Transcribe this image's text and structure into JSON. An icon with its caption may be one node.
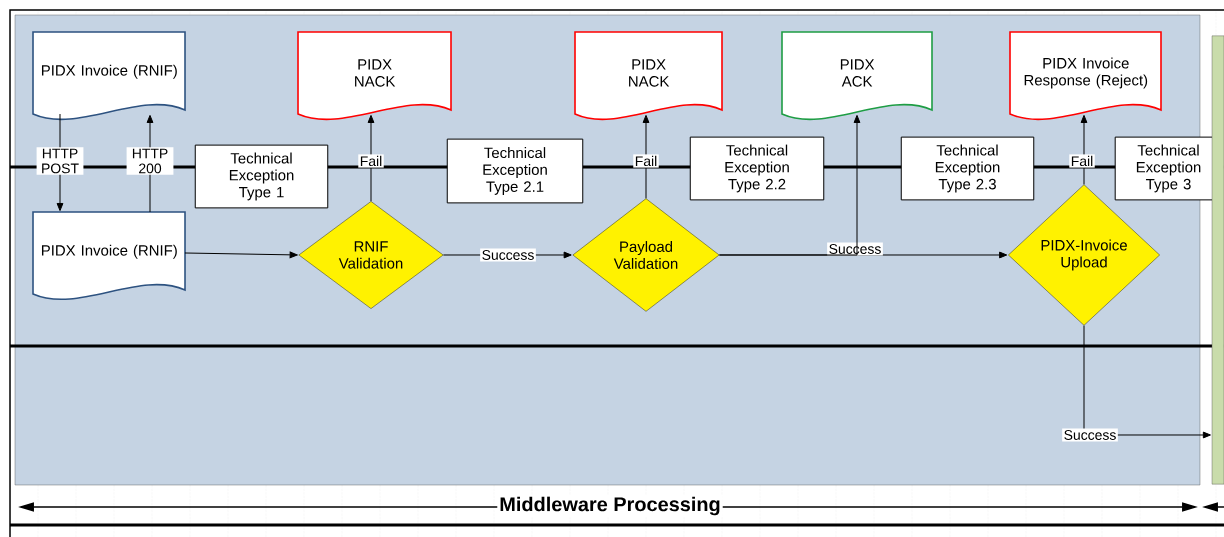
{
  "diagram": {
    "nodes": [
      {
        "text": [
          "PIDX Invoice (RNIF)"
        ]
      },
      {
        "text": [
          "PIDX NACK"
        ]
      },
      {
        "text": [
          "PIDX NACK"
        ]
      },
      {
        "text": [
          "PIDX ACK"
        ]
      },
      {
        "text": [
          "PIDX Invoice Response (Reject)"
        ]
      },
      {
        "text": [
          "Technical Exception Type 1"
        ]
      },
      {
        "text": [
          "Technical Exception Type 2.1"
        ]
      },
      {
        "text": [
          "Technical Exception Type 2.2"
        ]
      },
      {
        "text": [
          "Technical Exception Type 2.3"
        ]
      },
      {
        "text": [
          "Technical Exception Type 3"
        ]
      },
      {
        "text": [
          "PIDX Invoice (RNIF)"
        ]
      },
      {
        "text": [
          "RNIF Validation"
        ]
      },
      {
        "text": [
          "Payload Validation"
        ]
      },
      {
        "text": [
          "PIDX-Invoice Upload"
        ]
      },
      {
        "text": [],
        "shape": "box"
      }
    ],
    "edges": [
      {
        "from": 0,
        "to": 10,
        "arrow": "to",
        "label": "HTTP POST"
      },
      {
        "from": 10,
        "to": 0,
        "arrow": "to",
        "label": "HTTP 200"
      },
      {
        "from": 10,
        "to": 11,
        "arrow": "to"
      },
      {
        "from": 11,
        "to": 1,
        "arrow": "to",
        "label": "Fail"
      },
      {
        "from": 11,
        "to": 12,
        "arrow": "to",
        "label": "Success"
      },
      {
        "from": 12,
        "to": 2,
        "arrow": "to",
        "label": "Fail"
      },
      {
        "from": 12,
        "to": 13,
        "arrow": "to",
        "label": "Success"
      },
      {
        "from": 12,
        "to": 3,
        "arrow": "to"
      },
      {
        "from": 13,
        "to": 4,
        "arrow": "to",
        "label": "Fail"
      },
      {
        "from": 13,
        "to": 14,
        "arrow": "to",
        "label": "Success"
      }
    ],
    "labels": [
      "Middleware Processing"
    ]
  }
}
